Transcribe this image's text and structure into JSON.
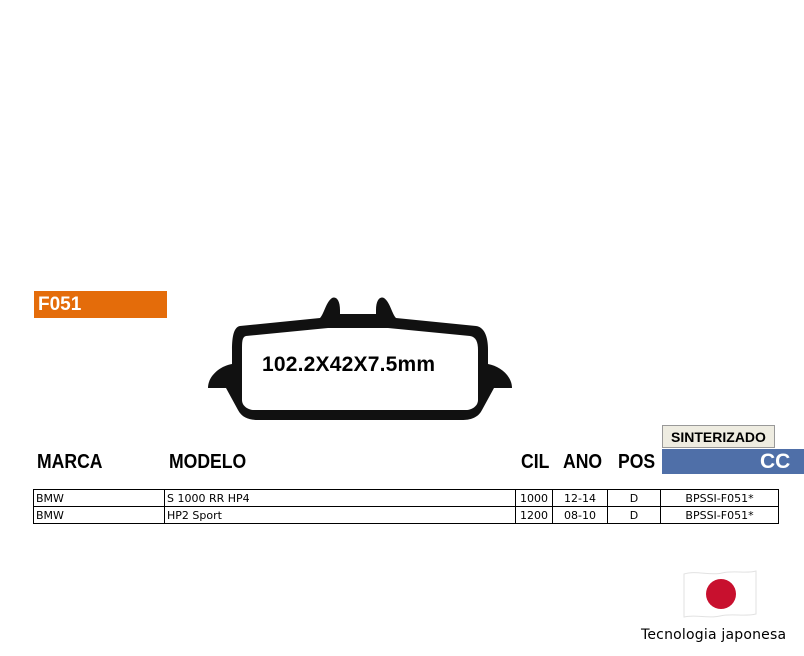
{
  "product": {
    "code": "F051",
    "dimensions": "102.2X42X7.5mm"
  },
  "headers": {
    "marca": "MARCA",
    "modelo": "MODELO",
    "cil": "CIL",
    "ano": "ANO",
    "pos": "POS",
    "compound": "SINTERIZADO",
    "code_partial": "CC"
  },
  "rows": [
    {
      "marca": "BMW",
      "modelo": "S 1000 RR HP4",
      "cil": "1000",
      "ano": "12-14",
      "pos": "D",
      "code": "BPSSI-F051*"
    },
    {
      "marca": "BMW",
      "modelo": "HP2 Sport",
      "cil": "1200",
      "ano": "08-10",
      "pos": "D",
      "code": "BPSSI-F051*"
    }
  ],
  "footer": {
    "tagline": "Tecnologia japonesa",
    "flag_icon": "japan-flag-icon"
  },
  "colors": {
    "badge": "#e46c0a",
    "blue_bar": "#4f6fa8",
    "compound_bg": "#eeece1",
    "flag_red": "#c8102e"
  }
}
